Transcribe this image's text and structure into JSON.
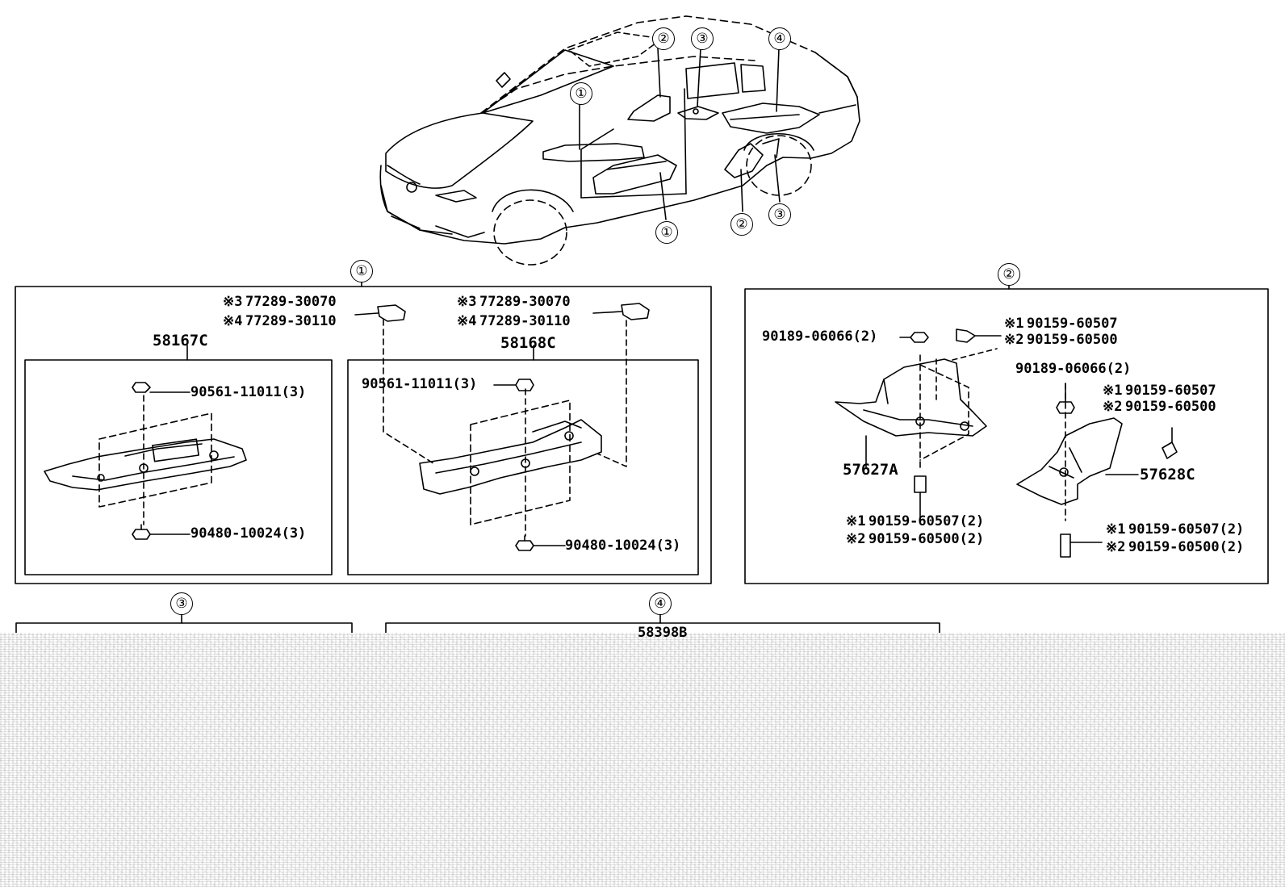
{
  "callouts": {
    "c1": "①",
    "c2": "②",
    "c3": "③",
    "c4": "④"
  },
  "group1": {
    "mark_a": "※3",
    "mark_b": "※4",
    "left_clip_a": "77289-30070",
    "left_clip_b": "77289-30110",
    "right_clip_a": "77289-30070",
    "right_clip_b": "77289-30110",
    "left_panel": "58167C",
    "right_panel": "58168C",
    "left_nut": "90561-11011(3)",
    "left_bolt": "90480-10024(3)",
    "right_nut": "90561-11011(3)",
    "right_bolt": "90480-10024(3)"
  },
  "group2": {
    "nut_a": "90189-06066(2)",
    "nut_b": "90189-06066(2)",
    "mark1": "※1",
    "mark2": "※2",
    "bolt_a1": "90159-60507",
    "bolt_a2": "90159-60500",
    "bolt_b1": "90159-60507",
    "bolt_b2": "90159-60500",
    "left_cover": "57627A",
    "right_cover": "57628C",
    "bolt_c1": "90159-60507(2)",
    "bolt_c2": "90159-60500(2)",
    "bolt_d1": "90159-60507(2)",
    "bolt_d2": "90159-60500(2)"
  },
  "group4": {
    "partial_part": "58398B"
  }
}
